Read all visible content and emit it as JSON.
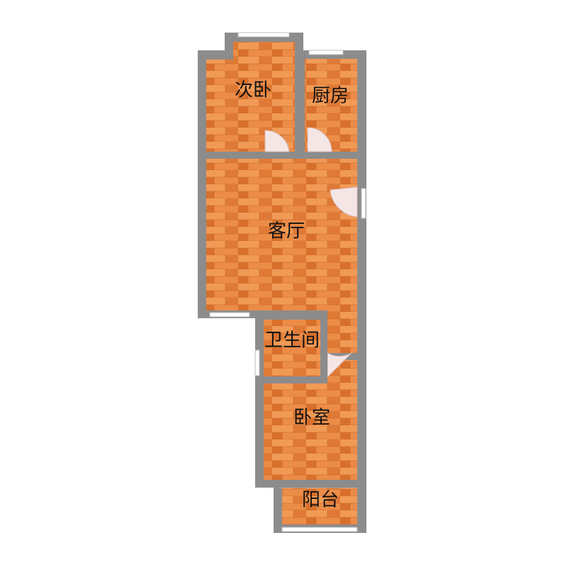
{
  "floorplan": {
    "rooms": {
      "second_bedroom": {
        "label": "次卧"
      },
      "kitchen": {
        "label": "厨房"
      },
      "living_room": {
        "label": "客厅"
      },
      "bathroom": {
        "label": "卫生间"
      },
      "bedroom": {
        "label": "卧室"
      },
      "balcony": {
        "label": "阳台"
      }
    },
    "colors": {
      "wall": "#8c8c8c",
      "floor_base": "#e8843e",
      "floor_light": "#f09a55",
      "floor_dark": "#d8702c",
      "plank_line": "#c9652a",
      "door_leaf": "#f5e6e6",
      "window": "#ffffff"
    }
  }
}
